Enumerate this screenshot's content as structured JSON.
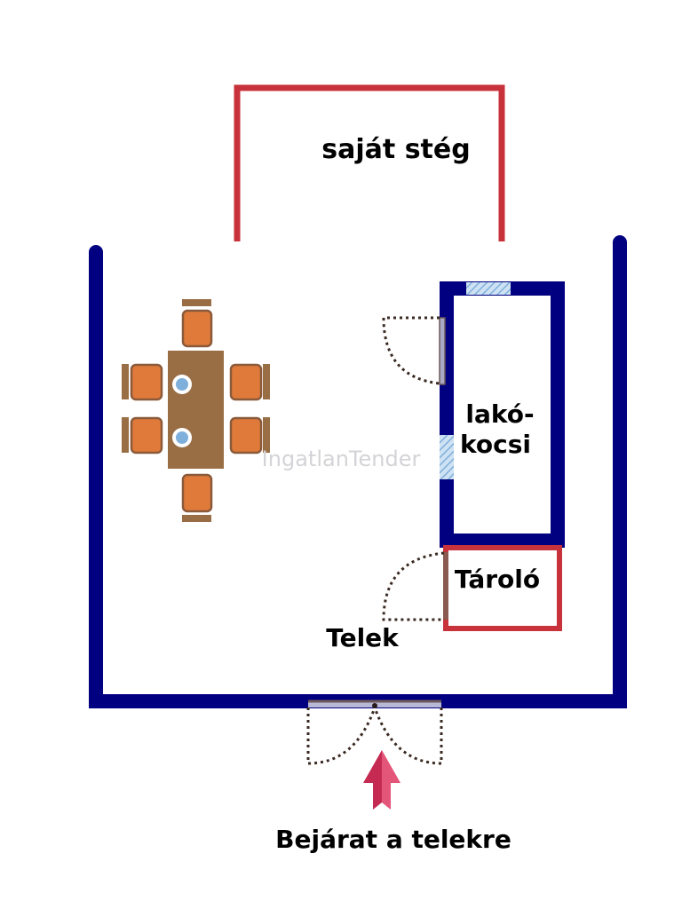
{
  "labels": {
    "dock": "saját stég",
    "caravan_line1": "lakó-",
    "caravan_line2": "kocsi",
    "storage": "Tároló",
    "plot": "Telek",
    "entrance": "Bejárat a telekre"
  },
  "watermark": "IngatlanTender",
  "colors": {
    "wall": "#000080",
    "dock": "#c8323a",
    "arrow": "#d63e65",
    "table": "#9a6e45",
    "chair": "#e07a3a",
    "window": "#a9cbe8"
  },
  "icons": [
    "dining-table-icon",
    "chair-icon",
    "door-swing-icon",
    "entrance-arrow-icon"
  ]
}
